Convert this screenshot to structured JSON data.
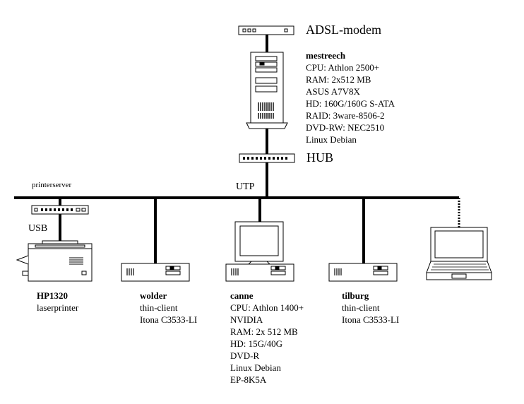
{
  "labels": {
    "adsl_modem": "ADSL-modem",
    "hub": "HUB",
    "utp": "UTP",
    "printserver": "printerserver",
    "usb": "USB"
  },
  "server": {
    "name": "mestreech",
    "specs": [
      "CPU: Athlon 2500+",
      "RAM: 2x512 MB",
      "ASUS A7V8X",
      "HD: 160G/160G S-ATA",
      "RAID: 3ware-8506-2",
      "DVD-RW: NEC2510",
      "Linux Debian"
    ]
  },
  "nodes": {
    "printer": {
      "name": "HP1320",
      "lines": [
        "laserprinter"
      ]
    },
    "wolder": {
      "name": "wolder",
      "lines": [
        "thin-client",
        "Itona C3533-LI"
      ]
    },
    "canne": {
      "name": "canne",
      "lines": [
        "CPU: Athlon 1400+",
        "NVIDIA",
        "RAM: 2x 512 MB",
        "HD: 15G/40G",
        "DVD-R",
        "Linux Debian",
        "EP-8K5A"
      ]
    },
    "tilburg": {
      "name": "tilburg",
      "lines": [
        "thin-client",
        "Itona C3533-LI"
      ]
    }
  }
}
